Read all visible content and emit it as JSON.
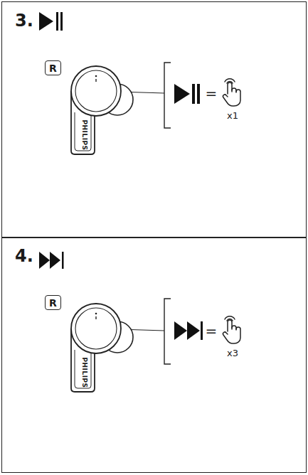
{
  "diagram": {
    "nodes": [
      {
        "text": [
          "3."
        ]
      },
      {
        "text": [
          "R"
        ],
        "in": 0
      },
      {
        "text": [
          "4."
        ]
      },
      {
        "text": [
          "R"
        ],
        "in": 2
      }
    ],
    "labels": [
      "PHILIPS",
      "=",
      "x1",
      "PHILIPS",
      "=",
      "x3"
    ]
  }
}
